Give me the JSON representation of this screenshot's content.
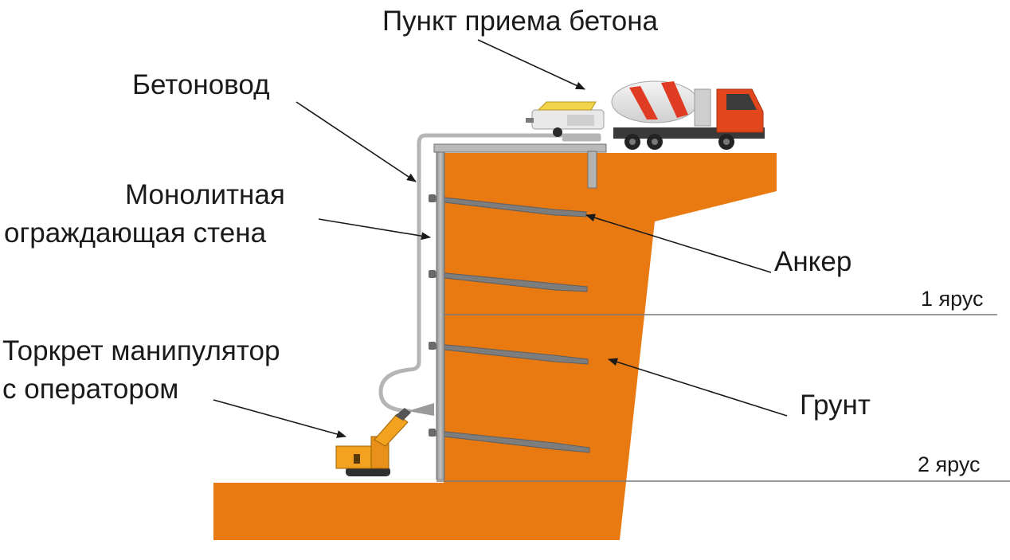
{
  "labels": {
    "concrete_reception": "Пункт приема бетона",
    "concrete_pipe": "Бетоновод",
    "wall_line1": "Монолитная",
    "wall_line2": "ограждающая стена",
    "anchor": "Анкер",
    "tier1": "1 ярус",
    "shotcrete_line1": "Торкрет манипулятор",
    "shotcrete_line2": "с оператором",
    "soil": "Грунт",
    "tier2": "2 ярус"
  },
  "colors": {
    "soil": "#e97a12",
    "wall": "#a7a7a7",
    "pipe": "#b5b5b5",
    "truck_cab": "#e2461c",
    "truck_drum_stripe": "#e03c24",
    "robot": "#f2a21e",
    "text": "#1a1a1a"
  }
}
